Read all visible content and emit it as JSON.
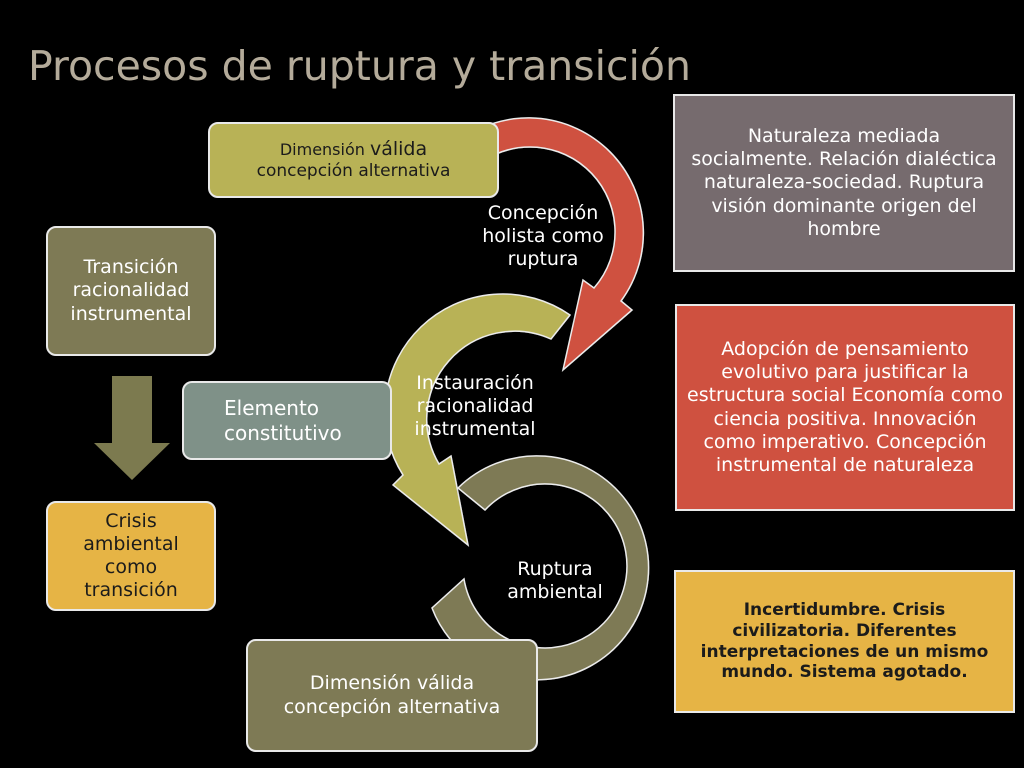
{
  "title": "Procesos de ruptura y transición",
  "cycle": {
    "top": "Concepción holista como ruptura",
    "middle": "Instauración racionalidad instrumental",
    "bottom": "Ruptura ambiental"
  },
  "boxes": {
    "dimension_top_prefix": "Dimensión ",
    "dimension_top_emph": "válida",
    "dimension_top_line2": "concepción alternativa",
    "transicion": "Transición racionalidad instrumental",
    "elemento": "Elemento constitutivo",
    "crisis": "Crisis ambiental como transición",
    "dimension_bottom": "Dimensión válida concepción alternativa",
    "naturaleza": "Naturaleza mediada socialmente. Relación dialéctica naturaleza-sociedad. Ruptura visión dominante origen del hombre",
    "adopcion": "Adopción de pensamiento evolutivo para justificar la estructura social  Economía como ciencia positiva. Innovación como imperativo. Concepción instrumental de naturaleza",
    "incertidumbre": "Incertidumbre. Crisis civilizatoria. Diferentes interpretaciones de un mismo mundo. Sistema agotado."
  },
  "colors": {
    "red": "#cf5140",
    "olive_light": "#b8b256",
    "olive": "#7e7a55",
    "gray_mauve": "#766b6e",
    "gold": "#e6b445",
    "teal_gray": "#7f9188",
    "arrow_down": "#7c7a4f",
    "title": "#b4ab9a"
  }
}
